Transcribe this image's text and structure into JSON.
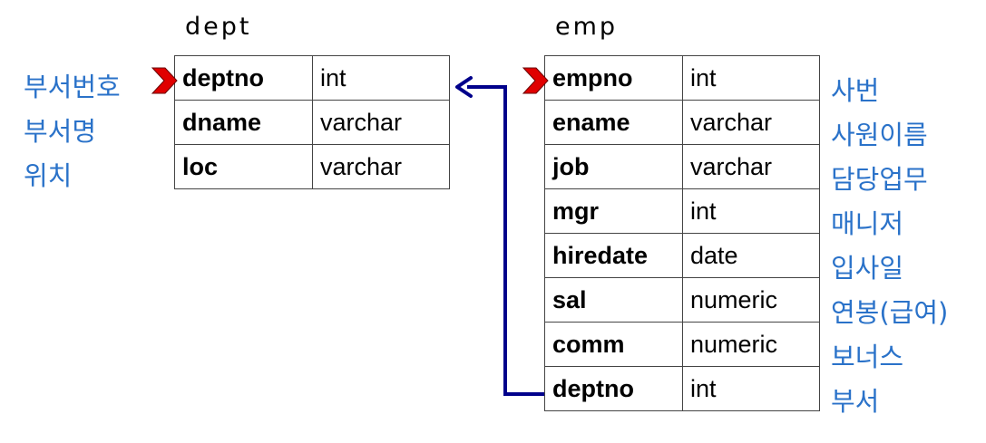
{
  "dept": {
    "title": "dept",
    "columns": [
      {
        "name": "deptno",
        "type": "int",
        "desc": "부서번호"
      },
      {
        "name": "dname",
        "type": "varchar",
        "desc": "부서명"
      },
      {
        "name": "loc",
        "type": "varchar",
        "desc": "위치"
      }
    ]
  },
  "emp": {
    "title": "emp",
    "columns": [
      {
        "name": "empno",
        "type": "int",
        "desc": "사번"
      },
      {
        "name": "ename",
        "type": "varchar",
        "desc": "사원이름"
      },
      {
        "name": "job",
        "type": "varchar",
        "desc": "담당업무"
      },
      {
        "name": "mgr",
        "type": "int",
        "desc": "매니저"
      },
      {
        "name": "hiredate",
        "type": "date",
        "desc": "입사일"
      },
      {
        "name": "sal",
        "type": "numeric",
        "desc": "연봉(급여)"
      },
      {
        "name": "comm",
        "type": "numeric",
        "desc": "보너스"
      },
      {
        "name": "deptno",
        "type": "int",
        "desc": "부서"
      }
    ]
  },
  "colors": {
    "label": "#2a72c9",
    "relation_arrow": "#00008b",
    "key_marker": "#e00000"
  }
}
